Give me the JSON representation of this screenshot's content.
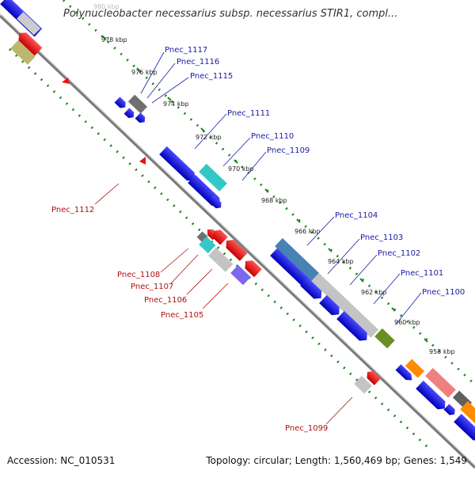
{
  "title": "Polynucleobacter necessarius subsp. necessarius STIR1, compl...",
  "footer": {
    "accession": "Accession: NC_010531",
    "summary": "Topology: circular; Length: 1,560,469 bp; Genes: 1,549"
  },
  "ticks": [
    "980 kbp",
    "978 kbp",
    "976 kbp",
    "974 kbp",
    "972 kbp",
    "970 kbp",
    "968 kbp",
    "966 kbp",
    "964 kbp",
    "962 kbp",
    "960 kbp",
    "958 kbp"
  ],
  "gene_labels": {
    "forward": [
      "Pnec_1117",
      "Pnec_1116",
      "Pnec_1115",
      "Pnec_1111",
      "Pnec_1110",
      "Pnec_1109",
      "Pnec_1104",
      "Pnec_1103",
      "Pnec_1102",
      "Pnec_1101",
      "Pnec_1100"
    ],
    "reverse": [
      "Pnec_1112",
      "Pnec_1108",
      "Pnec_1107",
      "Pnec_1106",
      "Pnec_1105",
      "Pnec_1099"
    ]
  },
  "colors": {
    "forward_label": "#1a1aa8",
    "reverse_label": "#b01010",
    "cds": "#1414d8",
    "rev_cds": "#ee1111",
    "backbone": "#888888",
    "tick_dots": "#1a8a1a"
  }
}
